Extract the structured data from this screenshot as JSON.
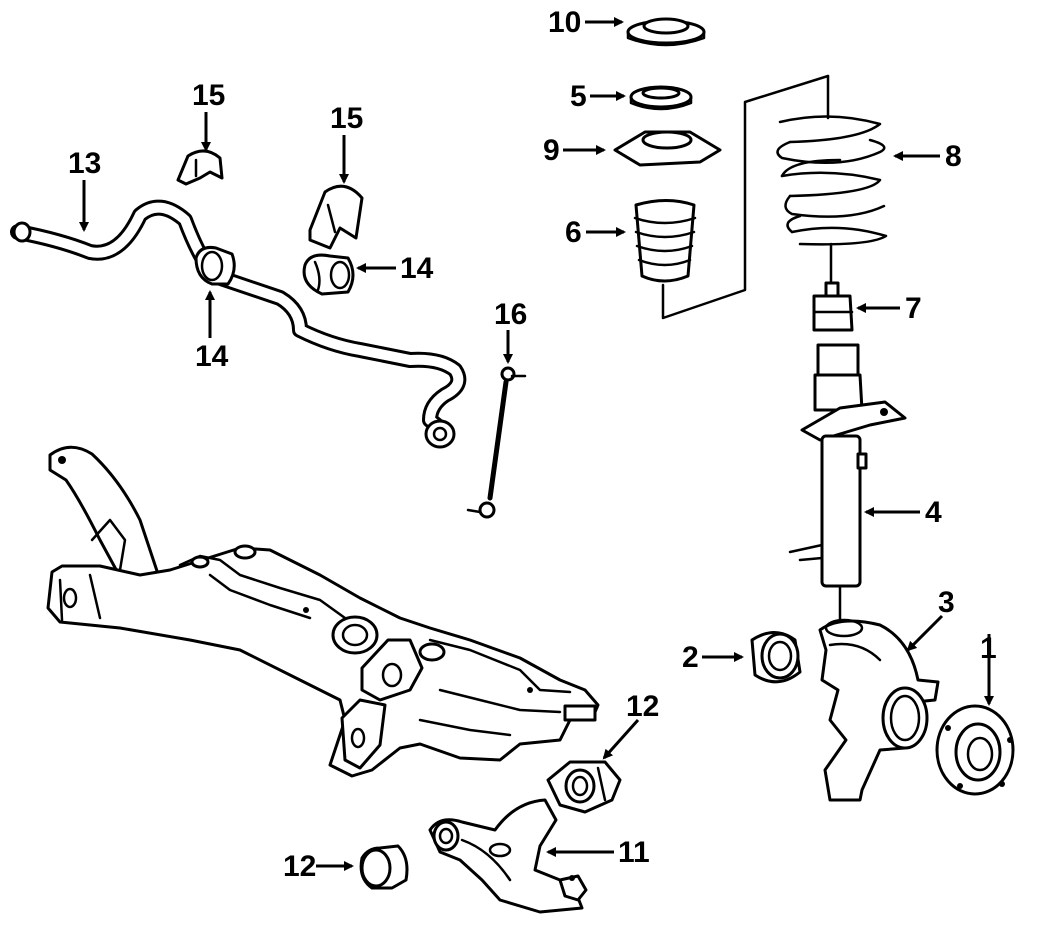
{
  "callouts": {
    "c1": "1",
    "c2": "2",
    "c3": "3",
    "c4": "4",
    "c5": "5",
    "c6": "6",
    "c7": "7",
    "c8": "8",
    "c9": "9",
    "c10": "10",
    "c11": "11",
    "c12a": "12",
    "c12b": "12",
    "c13": "13",
    "c14a": "14",
    "c14b": "14",
    "c15a": "15",
    "c15b": "15",
    "c16": "16"
  }
}
